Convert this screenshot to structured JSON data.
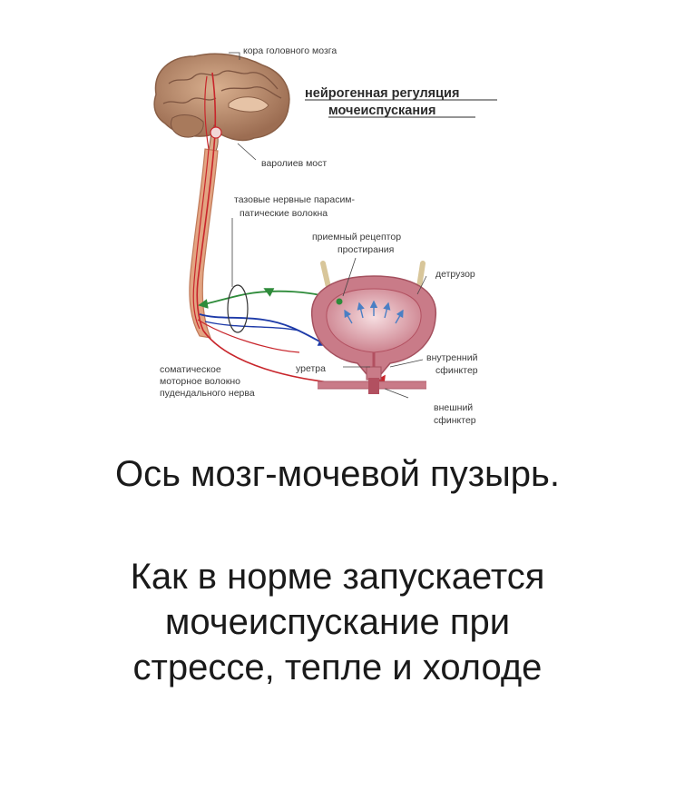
{
  "diagram": {
    "title_line1": "нейрогенная регуляция",
    "title_line2": "мочеиспускания",
    "labels": {
      "cortex": "кора головного мозга",
      "pons": "варолиев мост",
      "pelvic_line1": "тазовые нервные парасим-",
      "pelvic_line2": "патические волокна",
      "receptor_line1": "приемный рецептор",
      "receptor_line2": "простирания",
      "detrusor": "детрузор",
      "internal_line1": "внутренний",
      "internal_line2": "сфинктер",
      "external_line1": "внешний",
      "external_line2": "сфинктер",
      "urethra": "уретра",
      "somatic_line1": "соматическое",
      "somatic_line2": "моторное волокно",
      "somatic_line3": "пудендального нерва"
    },
    "colors": {
      "brain": "#b78a6c",
      "spinal_cord": "#e3a482",
      "nerve_red": "#c8252b",
      "nerve_green": "#2e8b3a",
      "nerve_blue": "#1d3aa8",
      "bladder": "#c97b88",
      "bladder_inner": "#b25060"
    }
  },
  "text": {
    "title": "Ось мозг-мочевой пузырь.",
    "subtitle_line1": "Как в норме запускается",
    "subtitle_line2": "мочеиспускание при",
    "subtitle_line3": "стрессе, тепле и холоде"
  }
}
